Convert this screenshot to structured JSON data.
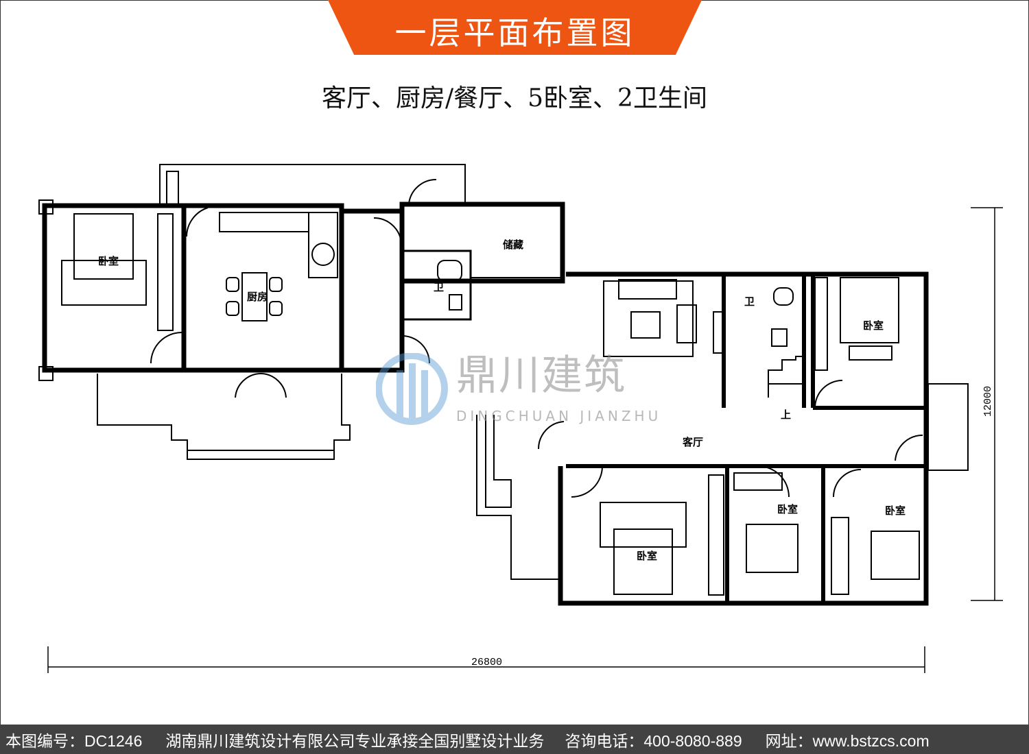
{
  "title": "一层平面布置图",
  "subtitle": "客厅、厨房/餐厅、5卧室、2卫生间",
  "rooms": {
    "bedroom": "卧室",
    "kitchen": "厨房",
    "bathroom": "卫",
    "storage": "储藏",
    "living": "客厅",
    "stairs_up": "上"
  },
  "dimensions": {
    "width": "26800",
    "height": "12000"
  },
  "watermark": {
    "cn": "鼎川建筑",
    "en": "DINGCHUAN JIANZHU"
  },
  "footer": {
    "code": "本图编号：DC1246",
    "company": "湖南鼎川建筑设计有限公司专业承接全国别墅设计业务",
    "phone": "咨询电话：400-8080-889",
    "website": "网址：www.bstzcs.com"
  },
  "colors": {
    "banner": "#ee5512",
    "footer": "#424242"
  }
}
